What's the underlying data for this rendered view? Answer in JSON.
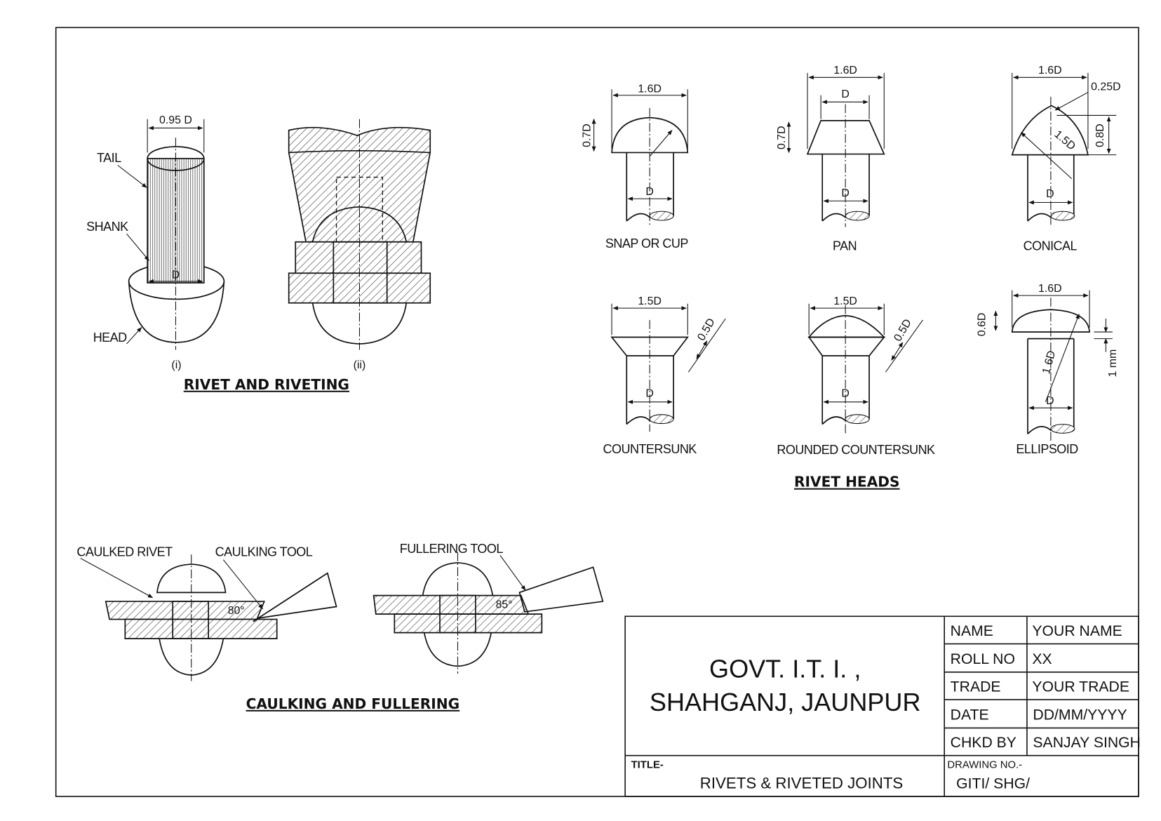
{
  "sections": {
    "rivet_and_riveting": {
      "heading": "RIVET AND RIVETING",
      "labels": {
        "tail": "TAIL",
        "shank": "SHANK",
        "head": "HEAD",
        "dim_095d": "0.95 D",
        "dim_d": "D",
        "fig_i": "(i)",
        "fig_ii": "(ii)"
      }
    },
    "rivet_heads": {
      "heading": "RIVET HEADS",
      "snap": {
        "name": "SNAP OR CUP",
        "width": "1.6D",
        "height": "0.7D",
        "shank": "D"
      },
      "pan": {
        "name": "PAN",
        "width": "1.6D",
        "top": "D",
        "height": "0.7D",
        "shank": "D"
      },
      "conical": {
        "name": "CONICAL",
        "width": "1.6D",
        "tip": "0.25D",
        "height": "0.8D",
        "radius": "1.5D",
        "shank": "D"
      },
      "countersunk": {
        "name": "COUNTERSUNK",
        "width": "1.5D",
        "depth": "0.5D",
        "shank": "D"
      },
      "rounded_countersunk": {
        "name": "ROUNDED COUNTERSUNK",
        "width": "1.5D",
        "depth": "0.5D",
        "shank": "D"
      },
      "ellipsoid": {
        "name": "ELLIPSOID",
        "width": "1.6D",
        "height": "0.6D",
        "radius": "1.6D",
        "gap": "1 mm",
        "shank": "D"
      }
    },
    "caulking_and_fullering": {
      "heading": "CAULKING AND FULLERING",
      "caulked_rivet": "CAULKED RIVET",
      "caulking_tool": "CAULKING TOOL",
      "fullering_tool": "FULLERING TOOL",
      "angle_caulking": "80°",
      "angle_fullering": "85°"
    }
  },
  "title_block": {
    "institute_line1": "GOVT.   I.T. I. ,",
    "institute_line2": "SHAHGANJ, JAUNPUR",
    "fields": [
      {
        "label": "NAME",
        "value": "YOUR NAME"
      },
      {
        "label": "ROLL NO",
        "value": "XX"
      },
      {
        "label": "TRADE",
        "value": "YOUR TRADE"
      },
      {
        "label": "DATE",
        "value": "DD/MM/YYYY"
      },
      {
        "label": "CHKD BY",
        "value": "SANJAY SINGH"
      }
    ],
    "title_label": "TITLE-",
    "title_value": "RIVETS & RIVETED JOINTS",
    "drawing_no_label": "DRAWING NO.-",
    "drawing_no_value": "GITI/ SHG/"
  }
}
